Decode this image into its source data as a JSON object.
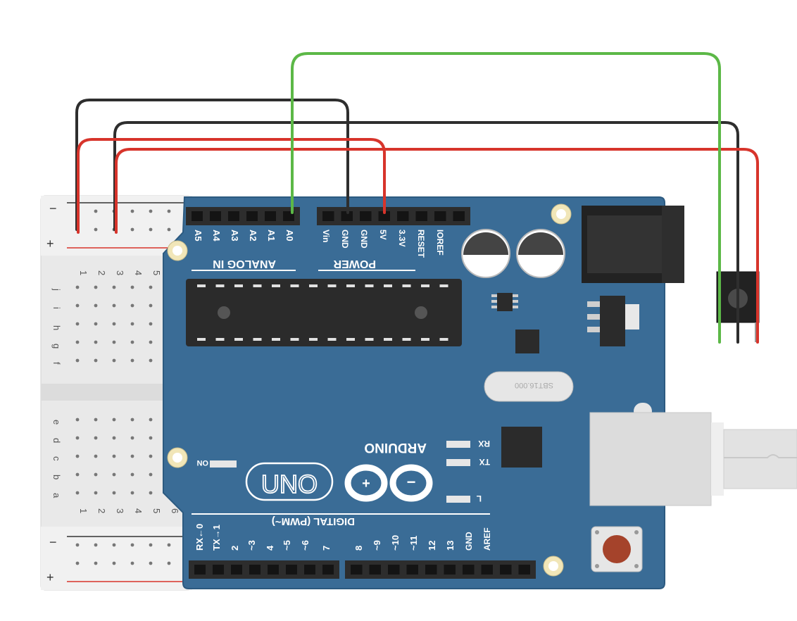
{
  "board": {
    "brand": "ARDUINO",
    "model": "UNO",
    "analog_header_title": "ANALOG IN",
    "power_header_title": "POWER",
    "digital_header_title": "DIGITAL (PWM~)",
    "analog_pins": [
      "A5",
      "A4",
      "A3",
      "A2",
      "A1",
      "A0"
    ],
    "power_pins": [
      "Vin",
      "GND",
      "GND",
      "5V",
      "3.3V",
      "RESET",
      "IOREF"
    ],
    "digital_pins_low": [
      "RX←0",
      "TX→1",
      "2",
      "~3",
      "4",
      "~5",
      "~6",
      "7"
    ],
    "digital_pins_high": [
      "8",
      "~9",
      "~10",
      "~11",
      "12",
      "13",
      "GND",
      "AREF"
    ],
    "led_labels": [
      "ON",
      "RX",
      "TX",
      "L"
    ],
    "crystal_text": "SBT16.000"
  },
  "breadboard": {
    "minus_label": "−",
    "plus_label": "+",
    "top_column_numbers": [
      "1",
      "2",
      "3",
      "4",
      "5"
    ],
    "bottom_column_numbers": [
      "1",
      "2",
      "3",
      "4",
      "5",
      "6"
    ],
    "row_letters_top": [
      "j",
      "i",
      "h",
      "g",
      "f"
    ],
    "row_letters_bottom": [
      "e",
      "d",
      "c",
      "b",
      "a"
    ]
  },
  "wires": [
    {
      "name": "gnd-wire-1",
      "color": "#2e2e2e"
    },
    {
      "name": "gnd-wire-2",
      "color": "#2e2e2e"
    },
    {
      "name": "vcc-wire-1",
      "color": "#d7342b"
    },
    {
      "name": "vcc-wire-2",
      "color": "#d7342b"
    },
    {
      "name": "signal-wire",
      "color": "#5cb847"
    }
  ],
  "colors": {
    "board": "#3a6c96",
    "board_dark": "#2c5a80",
    "header": "#2d2d2d",
    "breadboard": "#e8e8e8"
  }
}
